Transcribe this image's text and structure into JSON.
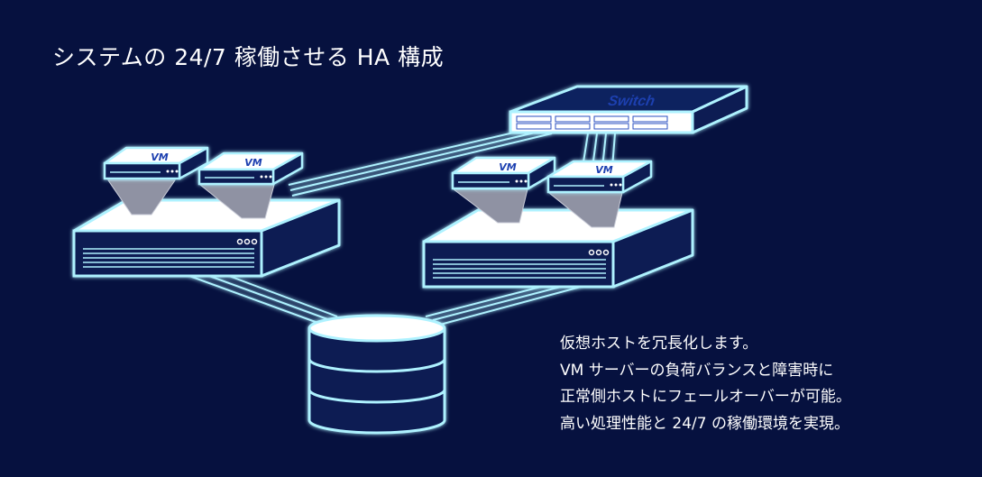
{
  "title": "システムの 24/7 稼働させる HA 構成",
  "labels": {
    "switch": "Switch",
    "vm": "VM"
  },
  "description": [
    "仮想ホストを冗長化します。",
    "VM サーバーの負荷バランスと障害時に",
    "正常側ホストにフェールオーバーが可能。",
    "高い処理性能と 24/7 の稼働環境を実現。"
  ],
  "colors": {
    "background": "#06113f",
    "outline": "#aef2ff",
    "device_face": "#0c1b52",
    "accent_text": "#1e3fb0",
    "funnel": "#8f92a3"
  }
}
